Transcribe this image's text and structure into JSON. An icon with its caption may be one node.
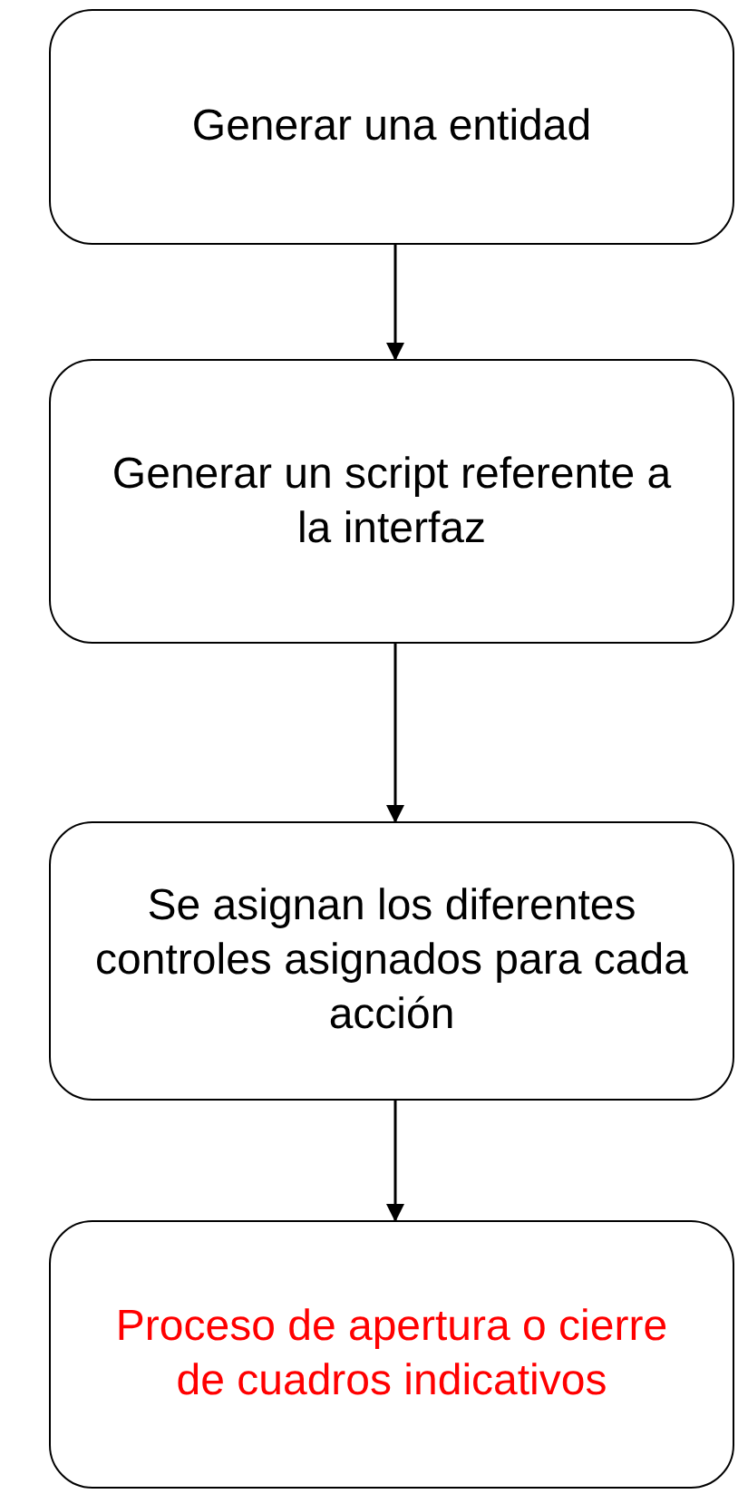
{
  "diagram": {
    "nodes": [
      {
        "text": [
          "Generar una entidad"
        ]
      },
      {
        "text": [
          "Generar un script referente a la interfaz"
        ]
      },
      {
        "text": [
          "Se asignan los diferentes controles asignados para cada acción"
        ]
      },
      {
        "text": [
          "Proceso de apertura o cierre de cuadros indicativos"
        ]
      }
    ],
    "edges": [
      {
        "from": 0,
        "to": 1,
        "arrow": "to"
      },
      {
        "from": 1,
        "to": 2,
        "arrow": "to"
      },
      {
        "from": 2,
        "to": 3,
        "arrow": "to"
      }
    ]
  }
}
